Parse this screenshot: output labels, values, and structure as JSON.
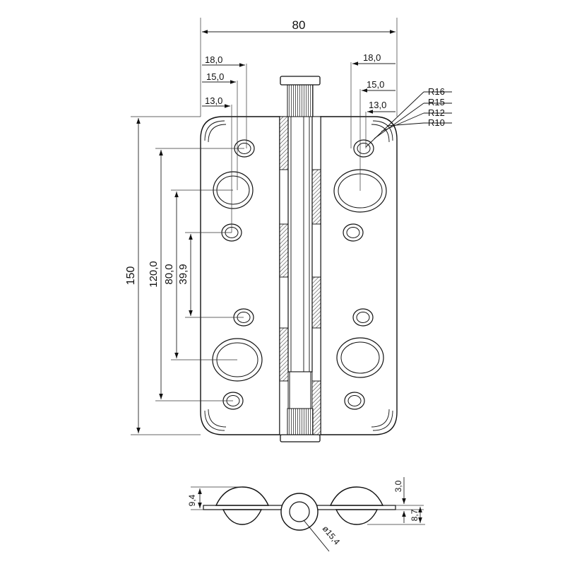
{
  "front_view": {
    "width_dim": "80",
    "height_dim": "150",
    "left_offsets": [
      "18,0",
      "15,0",
      "13,0"
    ],
    "right_offsets": [
      "18,0",
      "15,0",
      "13,0"
    ],
    "vertical_dims": [
      "120,0",
      "80,0",
      "39,9"
    ],
    "radii": [
      "R16",
      "R15",
      "R12",
      "R10"
    ]
  },
  "side_view": {
    "thickness_left": "9,4",
    "leaf_thickness": "3,0",
    "knuckle_height": "8,7",
    "pin_diameter": "ø15,4"
  },
  "colors": {
    "line": "#111111",
    "background": "#ffffff"
  }
}
